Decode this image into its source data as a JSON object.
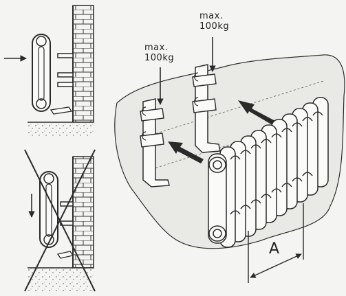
{
  "labels": {
    "load_left_line1": "max.",
    "load_left_line2": "100kg",
    "load_right_line1": "max.",
    "load_right_line2": "100kg",
    "dimension": "A"
  },
  "colors": {
    "ink": "#2a2a2a",
    "paper": "#f4f4f2",
    "shade": "#e6e6e3"
  },
  "icons": {
    "push_arrow": "arrow-right",
    "lift_arrow": "arrow-down",
    "forbidden": "cross-out"
  }
}
